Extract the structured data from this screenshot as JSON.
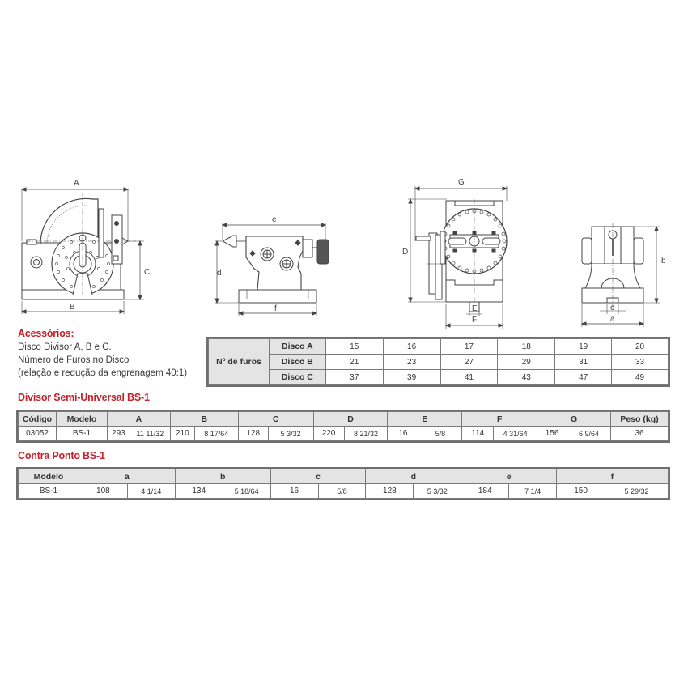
{
  "drawings": {
    "divisor_side": {
      "dims": [
        "A",
        "B",
        "C"
      ]
    },
    "contra_ponto_side": {
      "dims": [
        "e",
        "d",
        "f"
      ]
    },
    "divisor_front": {
      "dims": [
        "G",
        "D",
        "E",
        "F"
      ]
    },
    "contra_ponto_front": {
      "dims": [
        "b",
        "c",
        "a"
      ]
    }
  },
  "accessories": {
    "title": "Acessórios:",
    "lines": [
      "Disco Divisor A, B e C.",
      "Número de Furos no Disco",
      "(relação e redução da engrenagem 40:1)"
    ]
  },
  "holes_table": {
    "row_header": "Nº de furos",
    "rows": [
      {
        "label": "Disco A",
        "values": [
          "15",
          "16",
          "17",
          "18",
          "19",
          "20"
        ]
      },
      {
        "label": "Disco B",
        "values": [
          "21",
          "23",
          "27",
          "29",
          "31",
          "33"
        ]
      },
      {
        "label": "Disco C",
        "values": [
          "37",
          "39",
          "41",
          "43",
          "47",
          "49"
        ]
      }
    ]
  },
  "divisor": {
    "title": "Divisor Semi-Universal BS-1",
    "headers": [
      "Código",
      "Modelo",
      "A",
      "B",
      "C",
      "D",
      "E",
      "F",
      "G",
      "Peso (kg)"
    ],
    "row": {
      "codigo": "03052",
      "modelo": "BS-1",
      "A_mm": "293",
      "A_in": "11 11/32",
      "B_mm": "210",
      "B_in": "8 17/64",
      "C_mm": "128",
      "C_in": "5 3/32",
      "D_mm": "220",
      "D_in": "8 21/32",
      "E_mm": "16",
      "E_in": "5/8",
      "F_mm": "114",
      "F_in": "4 31/64",
      "G_mm": "156",
      "G_in": "6 9/64",
      "peso": "36"
    }
  },
  "contra_ponto": {
    "title": "Contra Ponto BS-1",
    "headers": [
      "Modelo",
      "a",
      "b",
      "c",
      "d",
      "e",
      "f"
    ],
    "row": {
      "modelo": "BS-1",
      "a_mm": "108",
      "a_in": "4 1/14",
      "b_mm": "134",
      "b_in": "5 18/64",
      "c_mm": "16",
      "c_in": "5/8",
      "d_mm": "128",
      "d_in": "5 3/32",
      "e_mm": "184",
      "e_in": "7 1/4",
      "f_mm": "150",
      "f_in": "5 29/32"
    }
  }
}
